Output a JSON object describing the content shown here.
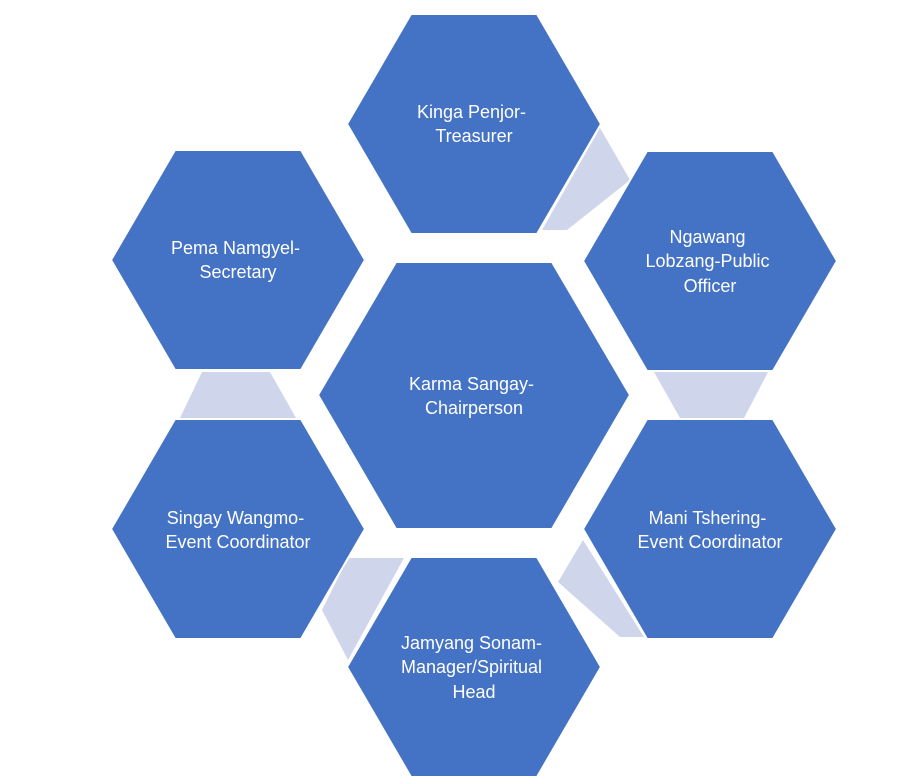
{
  "colors": {
    "hexagon_fill": "#4472c4",
    "connector_fill": "#cfd5ea",
    "label_text": "#ffffff",
    "background": "#ffffff"
  },
  "center": {
    "lines": [
      "Karma Sangay-",
      "Chairperson"
    ]
  },
  "outer": [
    {
      "id": "kinga",
      "lines": [
        "Kinga Penjor-",
        "Treasurer"
      ]
    },
    {
      "id": "ngawang",
      "lines": [
        "Ngawang",
        "Lobzang-Public",
        "Officer"
      ]
    },
    {
      "id": "mani",
      "lines": [
        "Mani Tshering-",
        "Event Coordinator"
      ]
    },
    {
      "id": "jamyang",
      "lines": [
        "Jamyang Sonam-",
        "Manager/Spiritual",
        "Head"
      ]
    },
    {
      "id": "singay",
      "lines": [
        "Singay Wangmo-",
        "Event Coordinator"
      ]
    },
    {
      "id": "pema",
      "lines": [
        "Pema Namgyel-",
        "Secretary"
      ]
    }
  ]
}
